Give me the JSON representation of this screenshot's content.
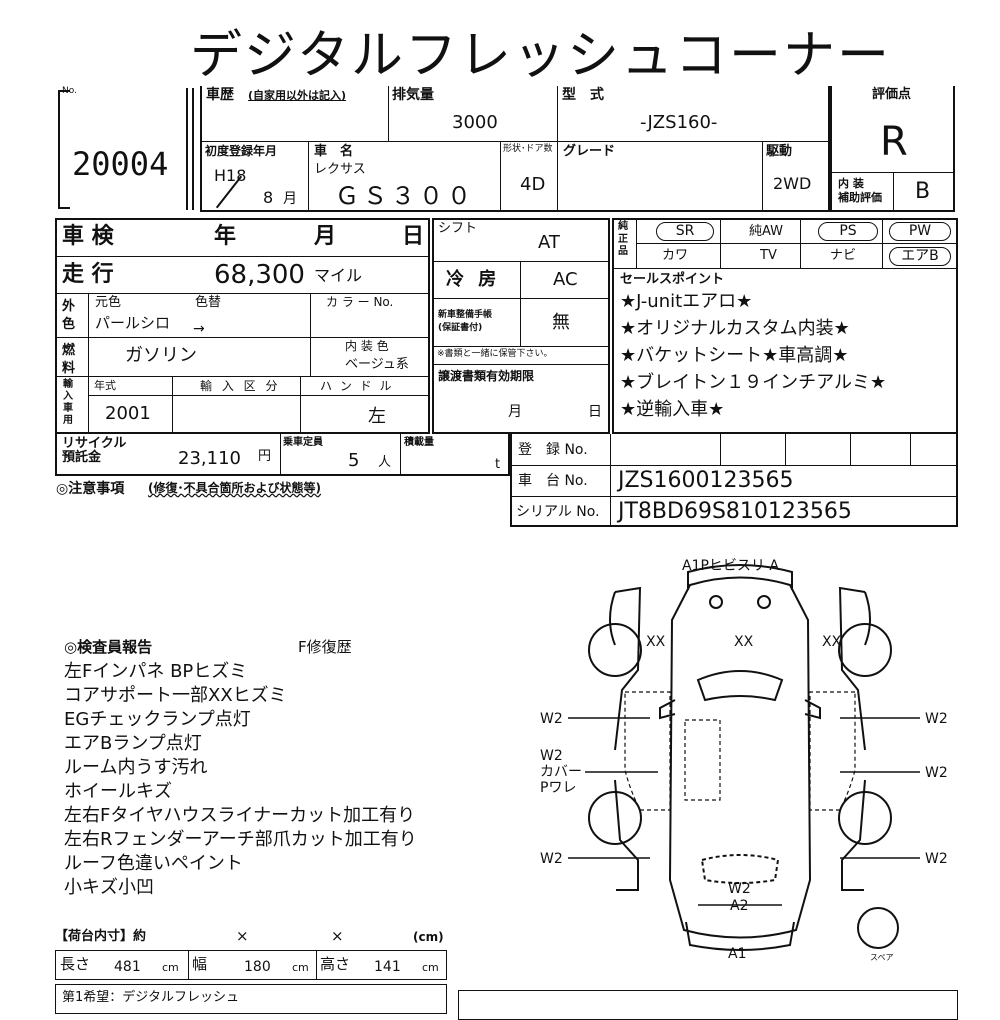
{
  "title": "デジタルフレッシュコーナー",
  "header": {
    "no_label": "No.",
    "lot_no": "20004",
    "history_label": "車歴",
    "history_note": "(自家用以外は記入)",
    "displacement_label": "排気量",
    "displacement": "3000",
    "model_label": "型　式",
    "model": "-JZS160-",
    "score_label": "評価点",
    "score": "R",
    "first_reg_label": "初度登録年月",
    "first_reg_year": "H18",
    "first_reg_month": "8",
    "month_unit": "月",
    "car_name_label": "車　名",
    "maker": "レクサス",
    "car_name": "ＧＳ３００",
    "doors_label": "形状･ドア数",
    "doors": "4D",
    "grade_label": "グレード",
    "drive_label": "駆動",
    "drive": "2WD",
    "interior_label": "内 装\n補助評価",
    "interior": "B"
  },
  "left": {
    "inspection_label": "車 検",
    "year_unit": "年",
    "month_unit": "月",
    "day_unit": "日",
    "mileage_label": "走 行",
    "mileage": "68,300",
    "mileage_unit": "マイル",
    "exterior_label": "外\n色",
    "original_color_label": "元色",
    "repaint_label": "色替",
    "color_no_label": "カ ラ ー No.",
    "original_color": "パールシロ",
    "arrow": "→",
    "fuel_label": "燃\n料",
    "fuel": "ガソリン",
    "interior_color_label": "内 装 色",
    "interior_color": "ベージュ系",
    "import_label": "輸\n入\n車\n用",
    "model_year_label": "年式",
    "model_year": "2001",
    "import_type_label": "輸 入 区 分",
    "handle_label": "ハ ン ド ル",
    "handle": "左",
    "recycle_label": "リサイクル\n預託金",
    "recycle_fee": "23,110",
    "yen": "円",
    "capacity_label": "乗車定員",
    "capacity": "5",
    "person_unit": "人",
    "load_label": "積載量",
    "load_unit": "t",
    "caution_label": "◎注意事項",
    "caution_note": "(修復･不具合箇所および状態等)"
  },
  "middle": {
    "shift_label": "シフト",
    "shift": "AT",
    "ac_label": "冷 房",
    "ac": "AC",
    "manual_label": "新車整備手帳\n(保証書付)",
    "manual": "無",
    "manual_note": "※書類と一緒に保管下さい。",
    "doc_label": "譲渡書類有効期限",
    "doc_month": "月",
    "doc_day": "日"
  },
  "options": {
    "label": "純\n正\n品",
    "row1": [
      "SR",
      "純AW",
      "PS",
      "PW"
    ],
    "row2": [
      "カワ",
      "TV",
      "ナビ",
      "エアB"
    ]
  },
  "sales": {
    "label": "セールスポイント",
    "points": [
      "★J-unitエアロ★",
      "★オリジナルカスタム内装★",
      "★バケットシート★車高調★",
      "★ブレイトン１９インチアルミ★",
      "★逆輸入車★"
    ]
  },
  "registry": {
    "reg_no_label": "登　録 No.",
    "reg_no": "",
    "chassis_label": "車　台 No.",
    "chassis_no": "JZS1600123565",
    "serial_label": "シリアル No.",
    "serial_no": "JT8BD69S810123565"
  },
  "report": {
    "title": "◎検査員報告",
    "subtitle": "F修復歴",
    "lines": [
      "左Fインパネ BPヒズミ",
      "コアサポート一部XXヒズミ",
      "EGチェックランプ点灯",
      "エアBランプ点灯",
      "ルーム内うす汚れ",
      "ホイールキズ",
      "左右Fタイヤハウスライナーカット加工有り",
      "左右Rフェンダーアーチ部爪カット加工有り",
      "ルーフ色違いペイント",
      "小キズ小凹"
    ]
  },
  "cargo": {
    "label": "【荷台内寸】約",
    "times": "×",
    "unit_cm": "(cm)",
    "length_label": "長さ",
    "length": "481",
    "width_label": "幅",
    "width": "180",
    "height_label": "高さ",
    "height": "141",
    "cm": "cm",
    "next_label": "第1希望：デジタルフレッシュ"
  },
  "diagram": {
    "top": "A1Pヒビスリ A",
    "xx1": "XX",
    "xx2": "XX",
    "xx3": "XX",
    "w2_l1": "W2",
    "w2_l2": "W2\nカバー\nPワレ",
    "w2_l3": "W2",
    "w2_r1": "W2",
    "w2_r2": "W2",
    "w2_r3": "W2",
    "rear1": "W2",
    "rear2": "A2",
    "bottom": "A1",
    "spare": "スペア"
  }
}
